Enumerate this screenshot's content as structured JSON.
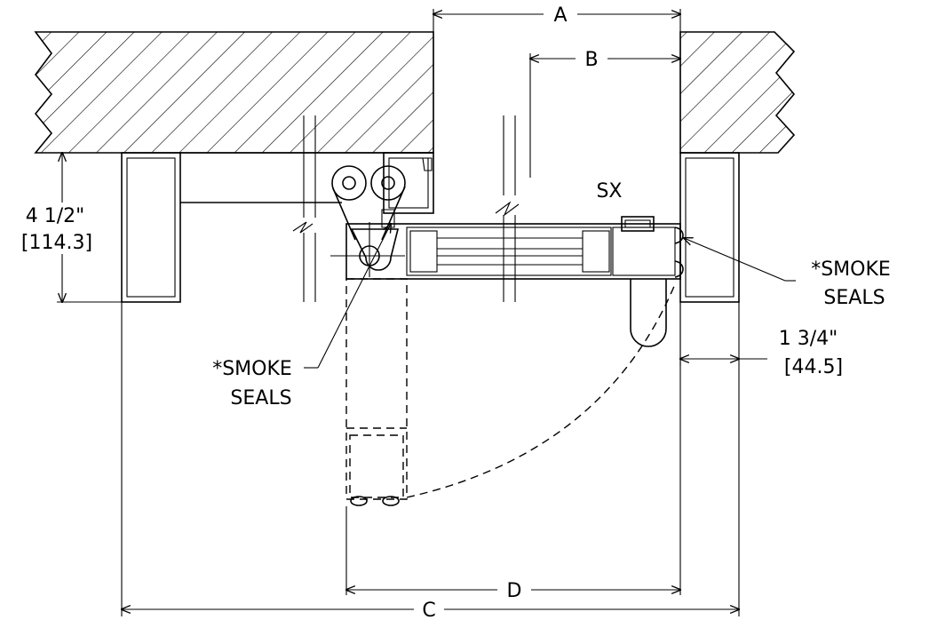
{
  "dimensions": {
    "a": "A",
    "b": "B",
    "c": "C",
    "d": "D"
  },
  "jamb_depth": {
    "imperial": "4 1/2\"",
    "metric": "[114.3]"
  },
  "door_thickness": {
    "imperial": "1 3/4\"",
    "metric": "[44.5]"
  },
  "model": "SX",
  "callouts": {
    "right_line1": "*SMOKE",
    "right_line2": "SEALS",
    "left_line1": "*SMOKE",
    "left_line2": "SEALS"
  }
}
